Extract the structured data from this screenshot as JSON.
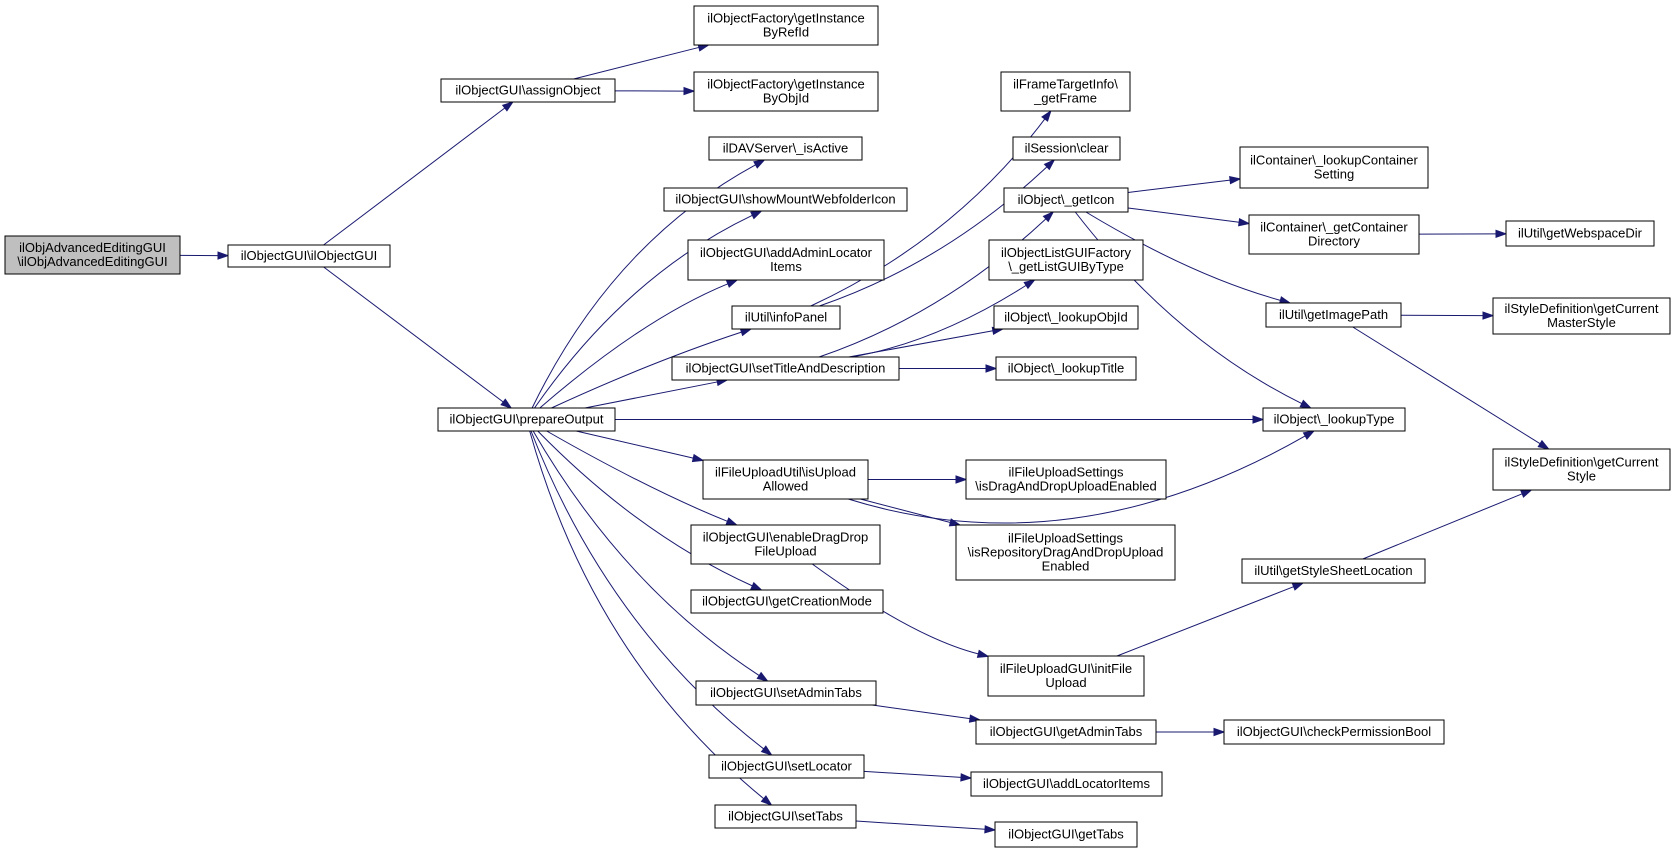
{
  "nodes": [
    {
      "id": "root",
      "lines": [
        "ilObjAdvancedEditingGUI",
        "\\ilObjAdvancedEditingGUI"
      ],
      "root": true
    },
    {
      "id": "ctor",
      "lines": [
        "ilObjectGUI\\ilObjectGUI"
      ]
    },
    {
      "id": "assignObject",
      "lines": [
        "ilObjectGUI\\assignObject"
      ]
    },
    {
      "id": "prepareOutput",
      "lines": [
        "ilObjectGUI\\prepareOutput"
      ]
    },
    {
      "id": "getInstanceByRefId",
      "lines": [
        "ilObjectFactory\\getInstance",
        "ByRefId"
      ]
    },
    {
      "id": "getInstanceByObjId",
      "lines": [
        "ilObjectFactory\\getInstance",
        "ByObjId"
      ]
    },
    {
      "id": "isActive",
      "lines": [
        "ilDAVServer\\_isActive"
      ]
    },
    {
      "id": "showMount",
      "lines": [
        "ilObjectGUI\\showMountWebfolderIcon"
      ]
    },
    {
      "id": "addAdminLocator",
      "lines": [
        "ilObjectGUI\\addAdminLocator",
        "Items"
      ]
    },
    {
      "id": "infoPanel",
      "lines": [
        "ilUtil\\infoPanel"
      ]
    },
    {
      "id": "setTitleAndDescription",
      "lines": [
        "ilObjectGUI\\setTitleAndDescription"
      ]
    },
    {
      "id": "isUploadAllowed",
      "lines": [
        "ilFileUploadUtil\\isUpload",
        "Allowed"
      ]
    },
    {
      "id": "enableDragDrop",
      "lines": [
        "ilObjectGUI\\enableDragDrop",
        "FileUpload"
      ]
    },
    {
      "id": "getCreationMode",
      "lines": [
        "ilObjectGUI\\getCreationMode"
      ]
    },
    {
      "id": "setAdminTabs",
      "lines": [
        "ilObjectGUI\\setAdminTabs"
      ]
    },
    {
      "id": "setLocator",
      "lines": [
        "ilObjectGUI\\setLocator"
      ]
    },
    {
      "id": "setTabs",
      "lines": [
        "ilObjectGUI\\setTabs"
      ]
    },
    {
      "id": "getFrame",
      "lines": [
        "ilFrameTargetInfo\\",
        "_getFrame"
      ]
    },
    {
      "id": "sessionClear",
      "lines": [
        "ilSession\\clear"
      ]
    },
    {
      "id": "getIcon",
      "lines": [
        "ilObject\\_getIcon"
      ]
    },
    {
      "id": "getListGUIByType",
      "lines": [
        "ilObjectListGUIFactory",
        "\\_getListGUIByType"
      ]
    },
    {
      "id": "lookupObjId",
      "lines": [
        "ilObject\\_lookupObjId"
      ]
    },
    {
      "id": "lookupTitle",
      "lines": [
        "ilObject\\_lookupTitle"
      ]
    },
    {
      "id": "isDragAndDrop",
      "lines": [
        "ilFileUploadSettings",
        "\\isDragAndDropUploadEnabled"
      ]
    },
    {
      "id": "isRepoDragAndDrop",
      "lines": [
        "ilFileUploadSettings",
        "\\isRepositoryDragAndDropUpload",
        "Enabled"
      ]
    },
    {
      "id": "initFileUpload",
      "lines": [
        "ilFileUploadGUI\\initFile",
        "Upload"
      ]
    },
    {
      "id": "getAdminTabs",
      "lines": [
        "ilObjectGUI\\getAdminTabs"
      ]
    },
    {
      "id": "addLocatorItems",
      "lines": [
        "ilObjectGUI\\addLocatorItems"
      ]
    },
    {
      "id": "getTabs",
      "lines": [
        "ilObjectGUI\\getTabs"
      ]
    },
    {
      "id": "lookupContainerSetting",
      "lines": [
        "ilContainer\\_lookupContainer",
        "Setting"
      ]
    },
    {
      "id": "getContainerDirectory",
      "lines": [
        "ilContainer\\_getContainer",
        "Directory"
      ]
    },
    {
      "id": "getImagePath",
      "lines": [
        "ilUtil\\getImagePath"
      ]
    },
    {
      "id": "lookupType",
      "lines": [
        "ilObject\\_lookupType"
      ]
    },
    {
      "id": "getStyleSheetLocation",
      "lines": [
        "ilUtil\\getStyleSheetLocation"
      ]
    },
    {
      "id": "checkPermissionBool",
      "lines": [
        "ilObjectGUI\\checkPermissionBool"
      ]
    },
    {
      "id": "getWebspaceDir",
      "lines": [
        "ilUtil\\getWebspaceDir"
      ]
    },
    {
      "id": "getCurrentMasterStyle",
      "lines": [
        "ilStyleDefinition\\getCurrent",
        "MasterStyle"
      ]
    },
    {
      "id": "getCurrentStyle",
      "lines": [
        "ilStyleDefinition\\getCurrent",
        "Style"
      ]
    }
  ],
  "edges": [
    {
      "from": "root",
      "to": "ctor"
    },
    {
      "from": "ctor",
      "to": "assignObject"
    },
    {
      "from": "ctor",
      "to": "prepareOutput"
    },
    {
      "from": "assignObject",
      "to": "getInstanceByRefId"
    },
    {
      "from": "assignObject",
      "to": "getInstanceByObjId"
    },
    {
      "from": "prepareOutput",
      "to": "isActive"
    },
    {
      "from": "prepareOutput",
      "to": "showMount"
    },
    {
      "from": "prepareOutput",
      "to": "addAdminLocator"
    },
    {
      "from": "prepareOutput",
      "to": "infoPanel"
    },
    {
      "from": "prepareOutput",
      "to": "setTitleAndDescription"
    },
    {
      "from": "prepareOutput",
      "to": "lookupType"
    },
    {
      "from": "prepareOutput",
      "to": "isUploadAllowed"
    },
    {
      "from": "prepareOutput",
      "to": "enableDragDrop"
    },
    {
      "from": "prepareOutput",
      "to": "getCreationMode"
    },
    {
      "from": "prepareOutput",
      "to": "setAdminTabs"
    },
    {
      "from": "prepareOutput",
      "to": "setLocator"
    },
    {
      "from": "prepareOutput",
      "to": "setTabs"
    },
    {
      "from": "infoPanel",
      "to": "getFrame"
    },
    {
      "from": "infoPanel",
      "to": "sessionClear"
    },
    {
      "from": "setTitleAndDescription",
      "to": "getIcon"
    },
    {
      "from": "setTitleAndDescription",
      "to": "getListGUIByType"
    },
    {
      "from": "setTitleAndDescription",
      "to": "lookupObjId"
    },
    {
      "from": "setTitleAndDescription",
      "to": "lookupTitle"
    },
    {
      "from": "getIcon",
      "to": "lookupContainerSetting"
    },
    {
      "from": "getIcon",
      "to": "getContainerDirectory"
    },
    {
      "from": "getIcon",
      "to": "getImagePath"
    },
    {
      "from": "getIcon",
      "to": "lookupType"
    },
    {
      "from": "getContainerDirectory",
      "to": "getWebspaceDir"
    },
    {
      "from": "getImagePath",
      "to": "getCurrentMasterStyle"
    },
    {
      "from": "getImagePath",
      "to": "getCurrentStyle"
    },
    {
      "from": "isUploadAllowed",
      "to": "isDragAndDrop"
    },
    {
      "from": "isUploadAllowed",
      "to": "isRepoDragAndDrop"
    },
    {
      "from": "isUploadAllowed",
      "to": "lookupType"
    },
    {
      "from": "enableDragDrop",
      "to": "initFileUpload"
    },
    {
      "from": "initFileUpload",
      "to": "getStyleSheetLocation"
    },
    {
      "from": "getStyleSheetLocation",
      "to": "getCurrentStyle"
    },
    {
      "from": "setAdminTabs",
      "to": "getAdminTabs"
    },
    {
      "from": "getAdminTabs",
      "to": "checkPermissionBool"
    },
    {
      "from": "setLocator",
      "to": "addLocatorItems"
    },
    {
      "from": "setTabs",
      "to": "getTabs"
    }
  ]
}
